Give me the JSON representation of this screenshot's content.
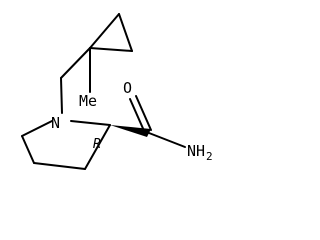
{
  "molecule": {
    "atoms": {
      "nitrogen": "N",
      "oxygen": "O",
      "amide_nitrogen": "NH",
      "amide_subscript": "2",
      "methyl": "Me"
    },
    "stereo": "R"
  }
}
